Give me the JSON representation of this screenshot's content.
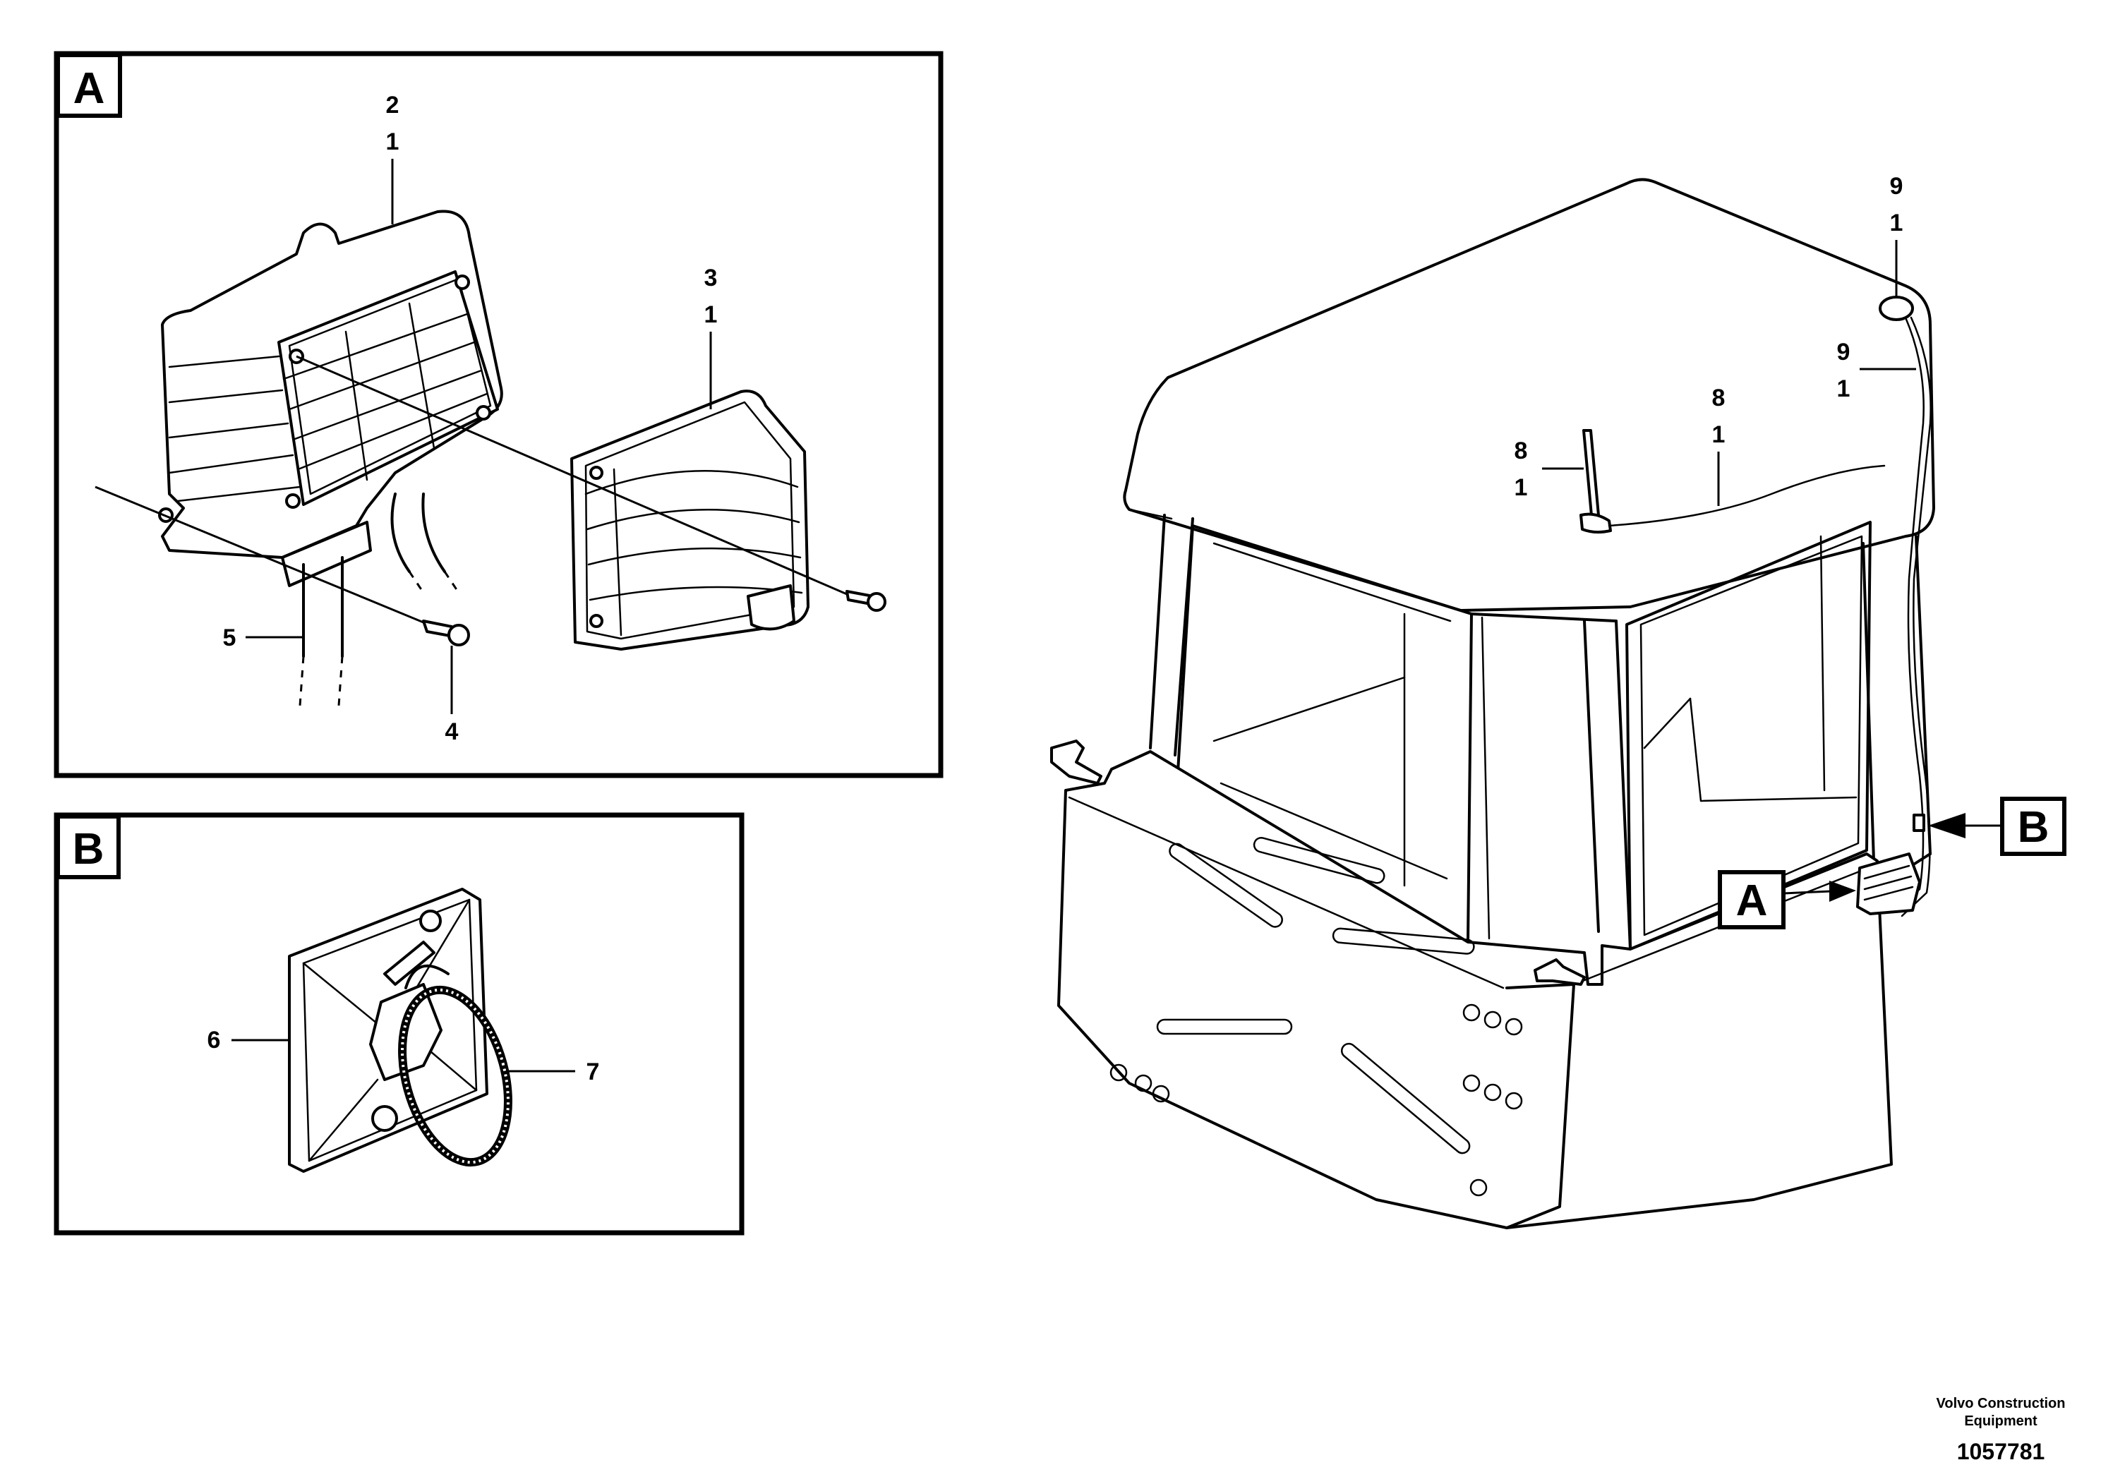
{
  "detail_a": {
    "letter": "A",
    "callouts": {
      "lamp_housing": [
        "2",
        "1"
      ],
      "lamp_cover": [
        "3",
        "1"
      ],
      "screw": "4",
      "cable": "5"
    }
  },
  "detail_b": {
    "letter": "B",
    "callouts": {
      "cable_tie_mount": "6",
      "cable_tie": "7"
    }
  },
  "main_view": {
    "callouts": {
      "antenna": [
        "8",
        "1"
      ],
      "antenna_cable": [
        "8",
        "1"
      ],
      "roof_antenna": [
        "9",
        "1"
      ],
      "roof_antenna_cable": [
        "9",
        "1"
      ]
    },
    "reference_a": "A",
    "reference_b": "B"
  },
  "footer": {
    "company_line1": "Volvo Construction",
    "company_line2": "Equipment",
    "document_number": "1057781"
  }
}
